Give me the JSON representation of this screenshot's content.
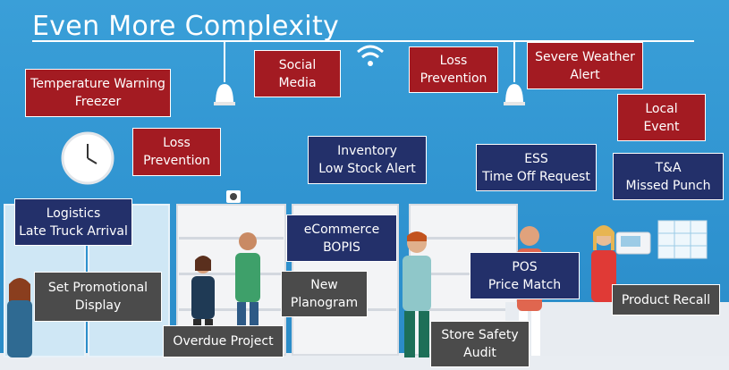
{
  "title": "Even More Complexity",
  "boxes": {
    "temperature_warning": [
      "Temperature Warning",
      "Freezer"
    ],
    "social_media": [
      "Social",
      "Media"
    ],
    "loss_prevention_top": [
      "Loss",
      "Prevention"
    ],
    "severe_weather": [
      "Severe Weather",
      "Alert"
    ],
    "loss_prevention_left": [
      "Loss",
      "Prevention"
    ],
    "local_event": [
      "Local",
      "Event"
    ],
    "inventory": [
      "Inventory",
      "Low Stock Alert"
    ],
    "ess": [
      "ESS",
      "Time Off Request"
    ],
    "ta": [
      "T&A",
      "Missed Punch"
    ],
    "logistics": [
      "Logistics",
      "Late Truck Arrival"
    ],
    "ecommerce": [
      "eCommerce",
      "BOPIS"
    ],
    "set_promotional": [
      "Set Promotional",
      "Display"
    ],
    "new_planogram": [
      "New",
      "Planogram"
    ],
    "pos": [
      "POS",
      "Price Match"
    ],
    "product_recall": [
      "Product Recall"
    ],
    "overdue_project": [
      "Overdue Project"
    ],
    "store_safety": [
      "Store Safety",
      "Audit"
    ]
  },
  "colors": {
    "background": "#3a9fd8",
    "red_box": "#a31b22",
    "navy_box": "#23306a",
    "gray_box": "#4b4b4b"
  }
}
